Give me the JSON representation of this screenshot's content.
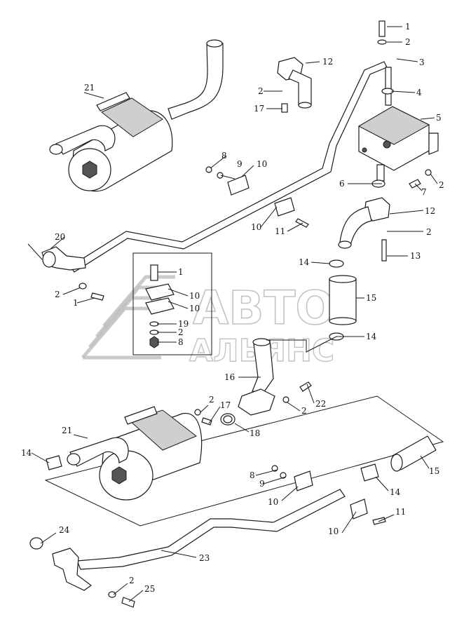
{
  "watermark": {
    "line1": "АВТО",
    "line2": "АЛЬЯНС"
  },
  "callouts": {
    "top_assembly": {
      "bolt_top": "1",
      "washer_top": "2",
      "clamp_top": "3",
      "gasket_top": "4",
      "heater_box": "5",
      "gasket_lower": "6",
      "screw_side": "7",
      "washer_side": "2",
      "flange_upper": "12",
      "flange_lower": "12",
      "washer_flange": "2",
      "bolt_flange": "13",
      "clamp_hose_top": "14",
      "hose": "15",
      "clamp_hose_bottom": "14",
      "muffler_upper": "21",
      "pipe_flange_upper": "12",
      "washer_upper_flange": "2",
      "bolt_upper_flange": "17",
      "nut_bracket": "8",
      "washer_bracket": "9",
      "bracket_a": "10",
      "bracket_b": "10",
      "bolt_bracket": "11",
      "gasket_left": "20",
      "washer_left": "2",
      "bolt_left": "1"
    },
    "inset": {
      "bolt": "1",
      "bracket_a": "10",
      "bracket_b": "10",
      "washer_19": "19",
      "washer_2": "2",
      "nut": "8"
    },
    "bottom_assembly": {
      "elbow_pipe": "16",
      "bolt_22": "22",
      "washer_22": "2",
      "washer_17": "2",
      "bolt_17": "17",
      "gasket_18": "18",
      "muffler_lower": "21",
      "clamp_left": "14",
      "nut_lower": "8",
      "washer_lower": "9",
      "bracket_lower_a": "10",
      "bolt_lower": "11",
      "bracket_lower_b": "10",
      "clamp_right": "14",
      "hose_lower": "15",
      "gasket_24": "24",
      "exhaust_pipe": "23",
      "washer_25": "2",
      "bolt_25": "25"
    }
  }
}
